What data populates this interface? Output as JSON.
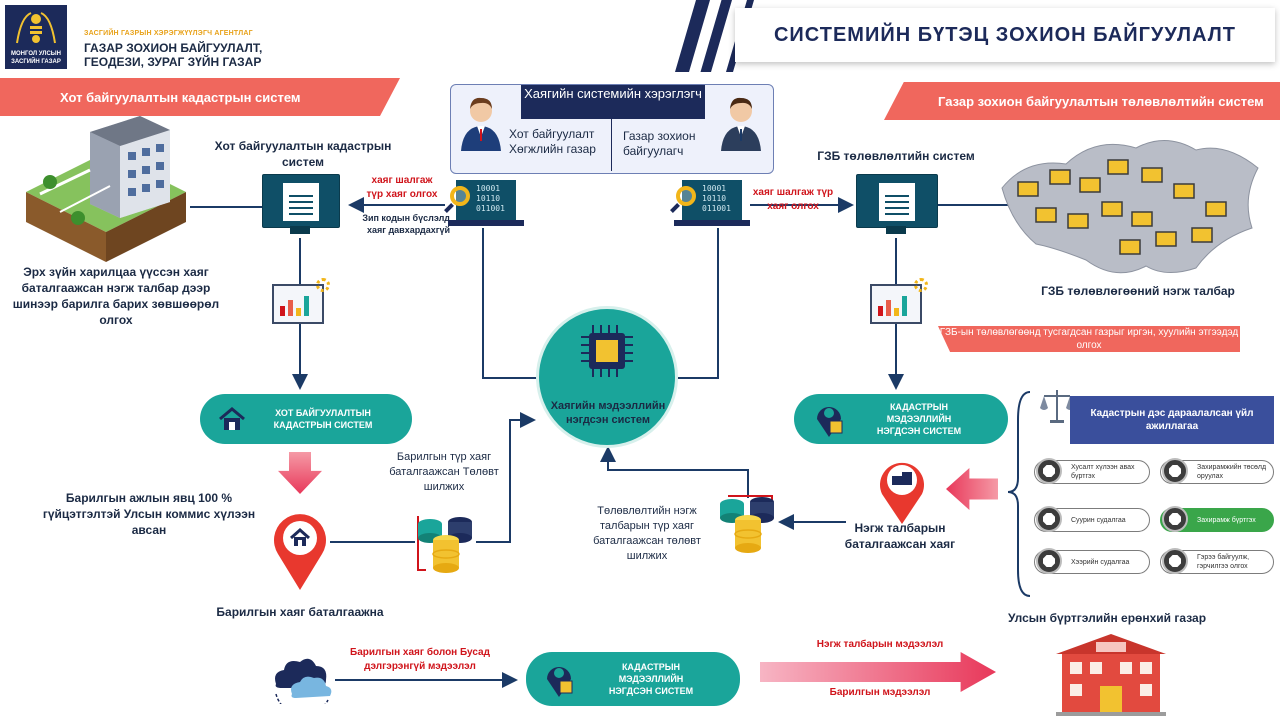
{
  "header": {
    "org_small": "ЗАСГИЙН ГАЗРЫН ХЭРЭГЖҮҮЛЭГЧ АГЕНТЛАГ",
    "org_line1": "ГАЗАР ЗОХИОН БАЙГУУЛАЛТ,",
    "org_line2": "ГЕОДЕЗИ, ЗУРАГ ЗҮЙН ГАЗАР",
    "logo_text_1": "МОНГОЛ УЛСЫН",
    "logo_text_2": "ЗАСГИЙН ГАЗАР",
    "title": "СИСТЕМИЙН БҮТЭЦ ЗОХИОН БАЙГУУЛАЛТ"
  },
  "banners": {
    "left": "Хот байгуулалтын кадастрын систем",
    "right": "Газар зохион байгуулалтын төлөвлөлтийн систем"
  },
  "users_box": {
    "title": "Хаягийн системийн хэрэглэгч",
    "user1": "Хот байгуулалт Хөгжлийн газар",
    "user2": "Газар зохион байгуулагч"
  },
  "left": {
    "monitor_title": "Хот байгуулалтын кадастрын систем",
    "request_red": "хаяг шалгаж түр хаяг олгох",
    "zip_note": "Зип кодын бүслэлд хаяг давхардахгүй",
    "building_text": "Эрх зүйн харилцаа үүссэн хаяг баталгаажсан нэгж талбар дээр шинээр барилга барих зөвшөөрөл олгох",
    "pill": "ХОТ БАЙГУУЛАЛТЫН КАДАСТРЫН СИСТЕМ",
    "progress_text": "Барилгын ажлын явц 100 % гүйцэтгэлтэй Улсын коммис хүлээн авсан",
    "temp_text": "Барилгын түр хаяг баталгаажсан Төлөвт шилжих",
    "pin_caption": "Барилгын хаяг баталгаажна",
    "bottom_red": "Барилгын хаяг болон Бусад дэлгэрэнгүй мэдээлэл"
  },
  "center": {
    "hub_label": "Хаягийн мэдээллийн нэгдсэн систем"
  },
  "right": {
    "monitor_title": "ГЗБ төлөвлөлтийн систем",
    "request_red": "хаяг шалгаж түр хаяг олгох",
    "map_caption": "ГЗБ төлөвлөгөөний нэгж талбар",
    "pink_box": "ГЗБ-ын төлөвлөгөөнд тусгагдсан газрыг иргэн, хуулийн этгээдэд олгох",
    "pill": "КАДАСТРЫН МЭДЭЭЛЛИЙН НЭГДСЭН СИСТЕМ",
    "plan_text": "Төлөвлөлтийн нэгж талбарын түр хаяг баталгаажсан төлөвт шилжих",
    "confirmed_text": "Нэгж талбарын баталгаажсан хаяг",
    "cadastre_title": "Кадастрын дэс дараалалсан үйл ажиллагаа",
    "options": [
      "Хусалт хүлээн авах бүртгэх",
      "Захирамжийн төсөлд оруулах",
      "Суурин судалгаа",
      "Захирамж бүртгэх",
      "Хээрийн судалгаа",
      "Гэрээ байгуулж, гэрчилгээ олгох"
    ],
    "registry": "Улсын бүртгэлийн ерөнхий газар"
  },
  "bottom": {
    "pill": "КАДАСТРЫН МЭДЭЭЛЛИЙН НЭГДСЭН СИСТЕМ",
    "arrow_top": "Нэгж талбарын мэдээлэл",
    "arrow_bottom": "Барилгын мэдээлэл"
  },
  "colors": {
    "navy": "#1c2a5a",
    "teal": "#1aa59a",
    "red_banner": "#f0675d",
    "pin_red": "#e8382e",
    "highlight_green": "#3aa64a"
  }
}
